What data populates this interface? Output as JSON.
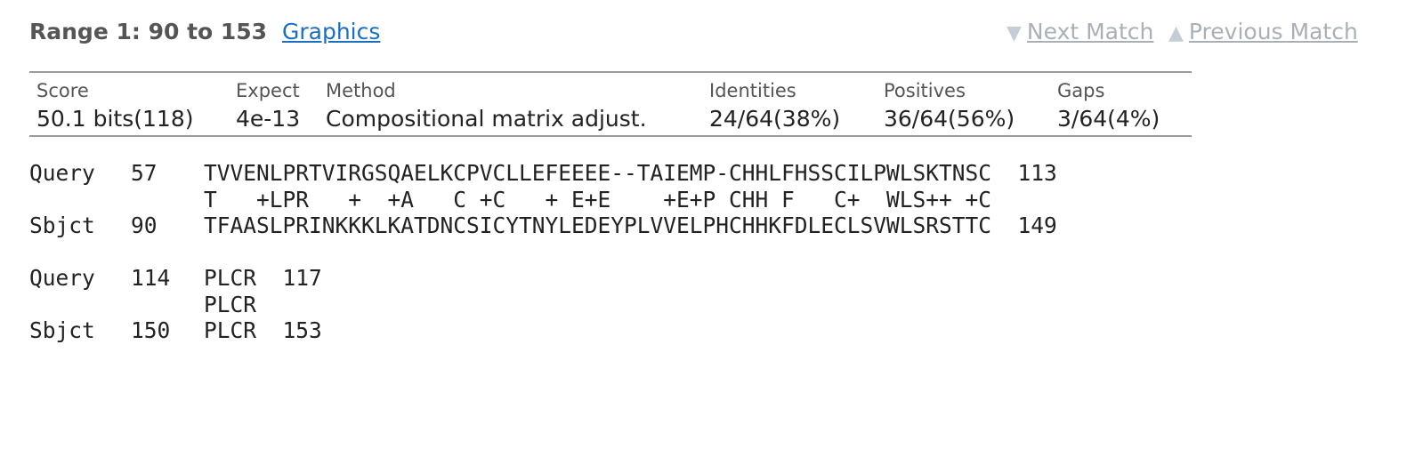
{
  "header": {
    "range_title": "Range 1: 90 to 153",
    "graphics_link": "Graphics",
    "next_match": "Next Match",
    "previous_match": "Previous Match",
    "next_icon": "triangle-down-icon",
    "prev_icon": "triangle-up-icon"
  },
  "stats": {
    "headers": [
      "Score",
      "Expect",
      "Method",
      "Identities",
      "Positives",
      "Gaps"
    ],
    "values": [
      "50.1 bits(118)",
      "4e-13",
      "Compositional matrix adjust.",
      "24/64(38%)",
      "36/64(56%)",
      "3/64(4%)"
    ]
  },
  "alignment": {
    "blocks": [
      {
        "query": {
          "label": "Query",
          "start": "57",
          "seq": "TVVENLPRTVIRGSQAELKCPVCLLEFEEEE--TAIEMP-CHHLFHSSCILPWLSKTNSC",
          "end": "113"
        },
        "middle": "T   +LPR   +  +A   C +C   + E+E    +E+P CHH F   C+  WLS++ +C",
        "sbjct": {
          "label": "Sbjct",
          "start": "90",
          "seq": "TFAASLPRINKKKLKATDNCSICYTNYLEDEYPLVVELPHCHHKFDLECLSVWLSRSTTC",
          "end": "149"
        }
      },
      {
        "query": {
          "label": "Query",
          "start": "114",
          "seq": "PLCR",
          "end": "117"
        },
        "middle": "PLCR",
        "sbjct": {
          "label": "Sbjct",
          "start": "150",
          "seq": "PLCR",
          "end": "153"
        }
      }
    ]
  },
  "colors": {
    "link": "#1a6fc0",
    "nav_disabled": "#aab0b8",
    "rule": "#9a9a9a"
  }
}
